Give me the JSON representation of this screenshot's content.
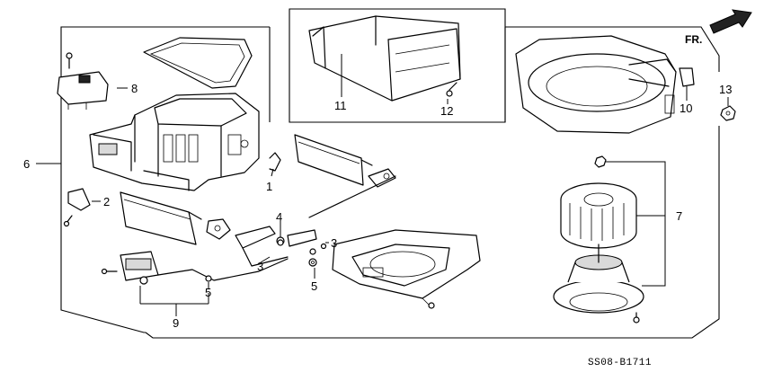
{
  "diagram": {
    "code": "SS08-B1711",
    "orientation_label": "FR.",
    "callouts": {
      "c1": "1",
      "c2": "2",
      "c3a": "3",
      "c3b": "3",
      "c4": "4",
      "c5a": "5",
      "c5b": "5",
      "c6": "6",
      "c7": "7",
      "c8": "8",
      "c9": "9",
      "c10": "10",
      "c11": "11",
      "c12": "12",
      "c13": "13"
    }
  }
}
